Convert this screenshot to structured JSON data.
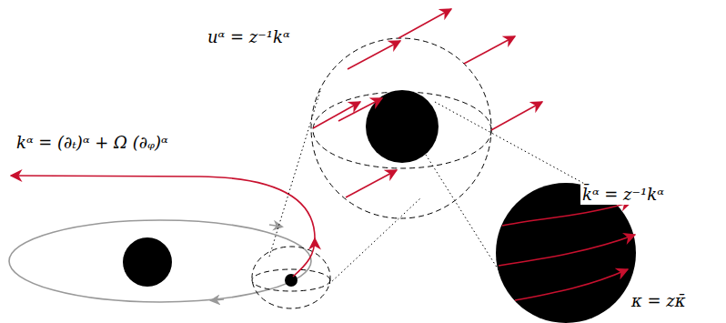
{
  "diagram": {
    "labels": [
      "uᵅ = z⁻¹kᵅ",
      "kᵅ = (∂ₜ)ᵅ + Ω (∂ᵩ)ᵅ",
      "k̄ᵅ = z⁻¹kᵅ",
      "κ = zκ̄"
    ]
  }
}
